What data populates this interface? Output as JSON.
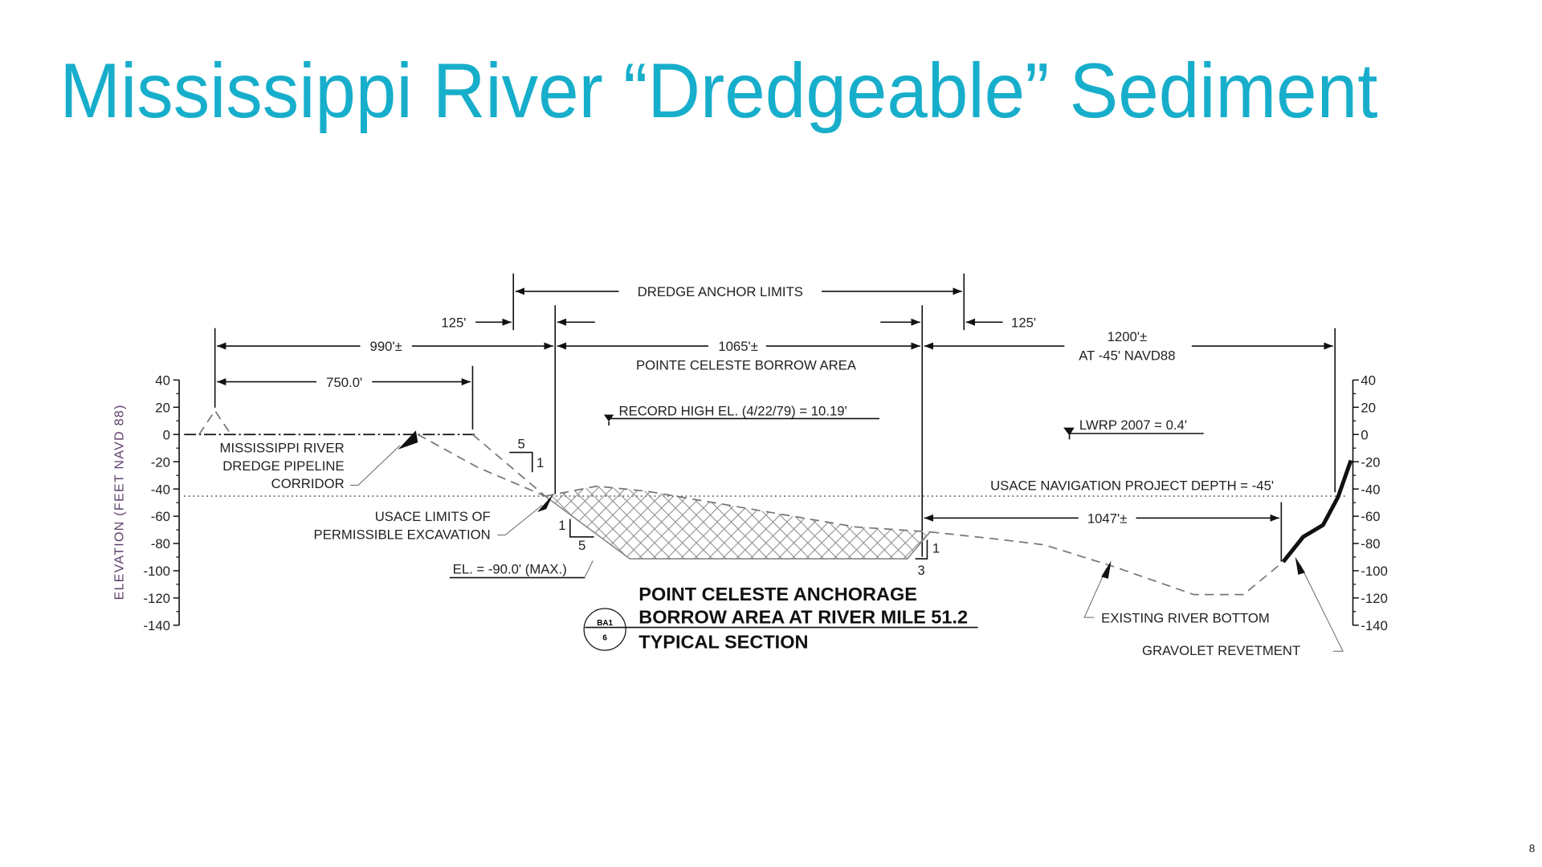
{
  "slide": {
    "title": "Mississippi River “Dredgeable” Sediment",
    "page_number": "8",
    "title_color": "#17AECB"
  },
  "figure": {
    "y_axis_label": "ELEVATION (FEET NAVD 88)",
    "y_ticks": [
      "40",
      "20",
      "0",
      "-20",
      "-40",
      "-60",
      "-80",
      "-100",
      "-120",
      "-140"
    ],
    "dimensions": {
      "dredge_anchor_limits": "DREDGE ANCHOR LIMITS",
      "offset_left": "125'",
      "offset_right": "125'",
      "d990": "990'±",
      "d1065": "1065'±",
      "borrow_area": "POINTE CELESTE BORROW AREA",
      "d1200": "1200'±",
      "d1200_note": "AT -45' NAVD88",
      "d750": "750.0'",
      "d1047": "1047'±"
    },
    "annotations": {
      "record_high": "RECORD HIGH EL. (4/22/79) = 10.19'",
      "lwrp": "LWRP 2007 = 0.4'",
      "nav_depth": "USACE NAVIGATION PROJECT DEPTH = -45'",
      "pipeline": [
        "MISSISSIPPI RIVER",
        "DREDGE PIPELINE",
        "CORRIDOR"
      ],
      "usace_limits": [
        "USACE LIMITS OF",
        "PERMISSIBLE EXCAVATION"
      ],
      "el_max": "EL. = -90.0' (MAX.)",
      "river_bottom": "EXISTING RIVER BOTTOM",
      "revetment": "GRAVOLET REVETMENT",
      "slope_left": {
        "run": "5",
        "rise": "1"
      },
      "slope_mid": {
        "rise": "1",
        "run": "5"
      },
      "slope_right": {
        "rise": "1",
        "run": "3"
      }
    },
    "section_title": [
      "POINT CELESTE ANCHORAGE",
      "BORROW AREA AT RIVER MILE 51.2",
      "TYPICAL SECTION"
    ],
    "section_marker": {
      "top": "BA1",
      "bottom": "6"
    }
  }
}
